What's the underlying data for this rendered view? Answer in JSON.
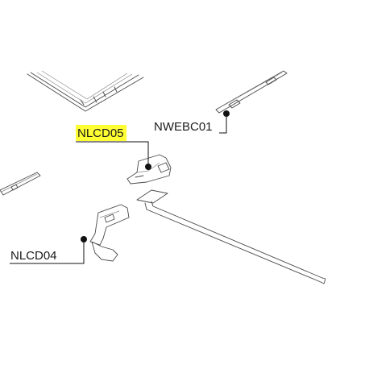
{
  "diagram": {
    "callouts": [
      {
        "id": "nwebc01",
        "label": "NWEBC01",
        "highlight": false
      },
      {
        "id": "nlcd05",
        "label": "NLCD05",
        "highlight": true
      },
      {
        "id": "nlcd04",
        "label": "NLCD04",
        "highlight": false
      }
    ],
    "colors": {
      "highlight": "#ffff33",
      "line": "#111111",
      "part_stroke": "#4a4a4a"
    }
  }
}
